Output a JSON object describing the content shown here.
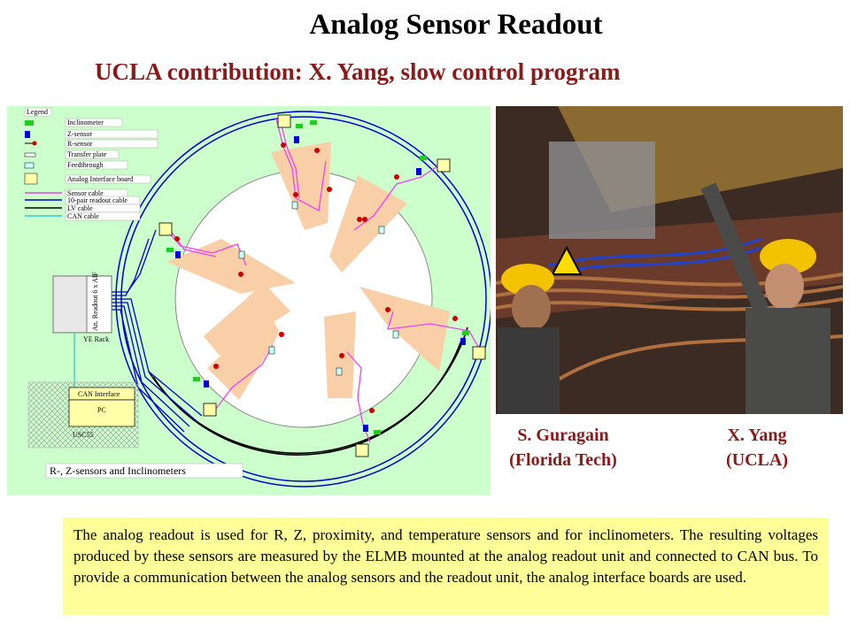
{
  "title": "Analog Sensor Readout",
  "subtitle": "UCLA contribution: X. Yang, slow control program",
  "diagram": {
    "legend_title": "Legend",
    "legend_items": [
      "Inclinometer",
      "Z-sensor",
      "R-sensor",
      "Transfer plate",
      "Feedthrough",
      "Analog Interface board",
      "Sensor cable",
      "10-pair readout cable",
      "LV cable",
      "CAN cable"
    ],
    "readout_label": "An. Readout 6 x AIF",
    "ye_rack_label": "YE Rack",
    "can_interface_label": "CAN Interface",
    "pc_label": "PC",
    "usc_label": "USC55",
    "caption": "R-, Z-sensors and Inclinometers"
  },
  "colors": {
    "sensor_cable": "#ee44ee",
    "readout_cable": "#0000cc",
    "lv_cable": "#000000",
    "can_cable": "#33cccc",
    "segment": "#f9cfa8",
    "board": "#ffffaa"
  },
  "people": [
    {
      "name": "S. Guragain",
      "affiliation": "(Florida Tech)"
    },
    {
      "name": "X. Yang",
      "affiliation": "(UCLA)"
    }
  ],
  "description": "The analog readout is used for R, Z, proximity, and temperature sensors and for inclinometers. The resulting voltages produced by these sensors are measured by the ELMB mounted at the analog readout unit and connected to CAN bus. To provide a communication between the analog sensors and the readout unit, the analog interface boards are used."
}
